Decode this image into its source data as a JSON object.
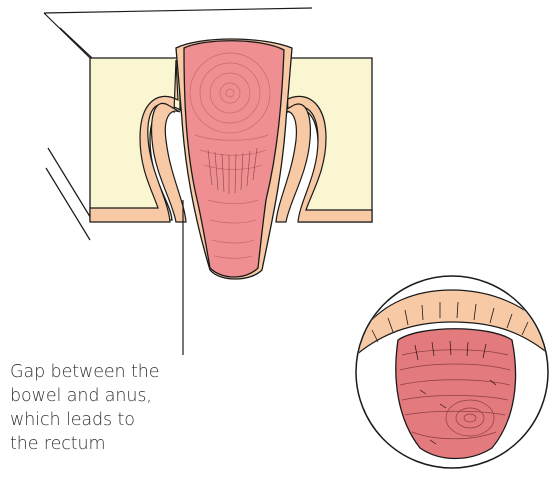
{
  "annotation": {
    "lines": [
      "Gap between the",
      "bowel and anus,",
      "which leads to",
      "the rectum"
    ]
  },
  "colors": {
    "skin": "#fbf6d2",
    "tissue_peach": "#f7c9a4",
    "bowel_pink": "#ef8f92",
    "bowel_dark": "#e27a7e",
    "outline": "#1a1a1a"
  }
}
